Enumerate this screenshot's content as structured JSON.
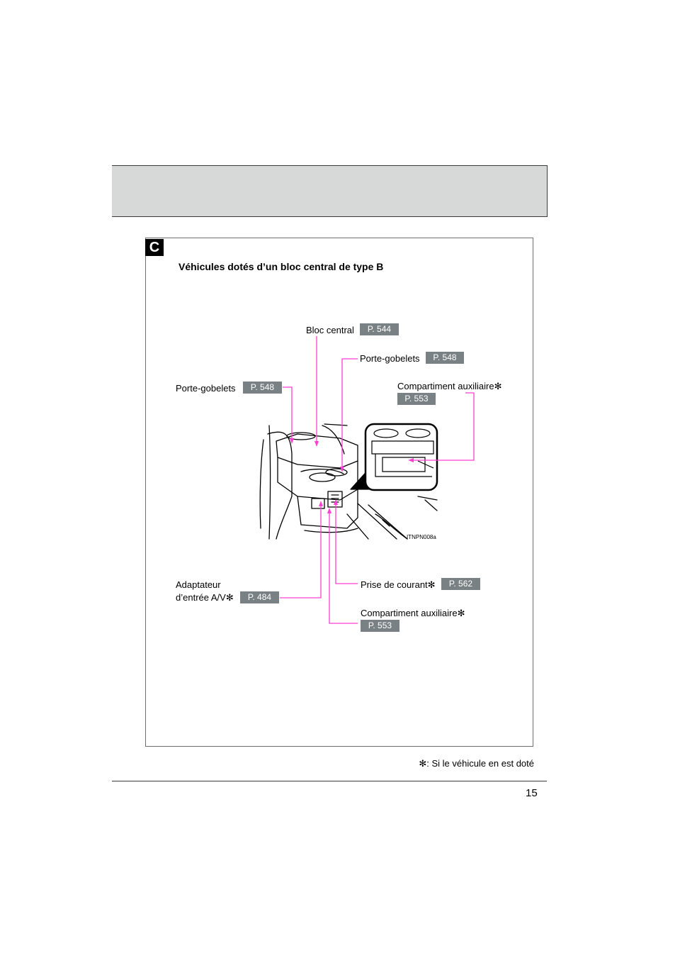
{
  "section": {
    "letter": "C",
    "title": "Véhicules dotés d’un bloc central de type B"
  },
  "callouts": {
    "bloc_central": {
      "label": "Bloc central",
      "page": "P. 544"
    },
    "porte_gobelets_right": {
      "label": "Porte-gobelets",
      "page": "P. 548"
    },
    "porte_gobelets_left": {
      "label": "Porte-gobelets",
      "page": "P. 548"
    },
    "compartiment_top": {
      "label": "Compartiment auxiliaire",
      "page": "P. 553"
    },
    "adaptateur": {
      "label_line1": "Adaptateur",
      "label_line2": "d’entrée A/V",
      "page": "P. 484"
    },
    "prise": {
      "label": "Prise de courant",
      "page": "P. 562"
    },
    "compartiment_bottom": {
      "label": "Compartiment auxiliaire",
      "page": "P. 553"
    }
  },
  "illustration": {
    "code": "ITNPN008a"
  },
  "footnote": {
    "symbol": "✻",
    "text": ": Si le véhicule en est doté"
  },
  "page_number": "15",
  "colors": {
    "leader": "#ff3fd2",
    "badge": "#7a8185",
    "header": "#d7d9d8"
  }
}
